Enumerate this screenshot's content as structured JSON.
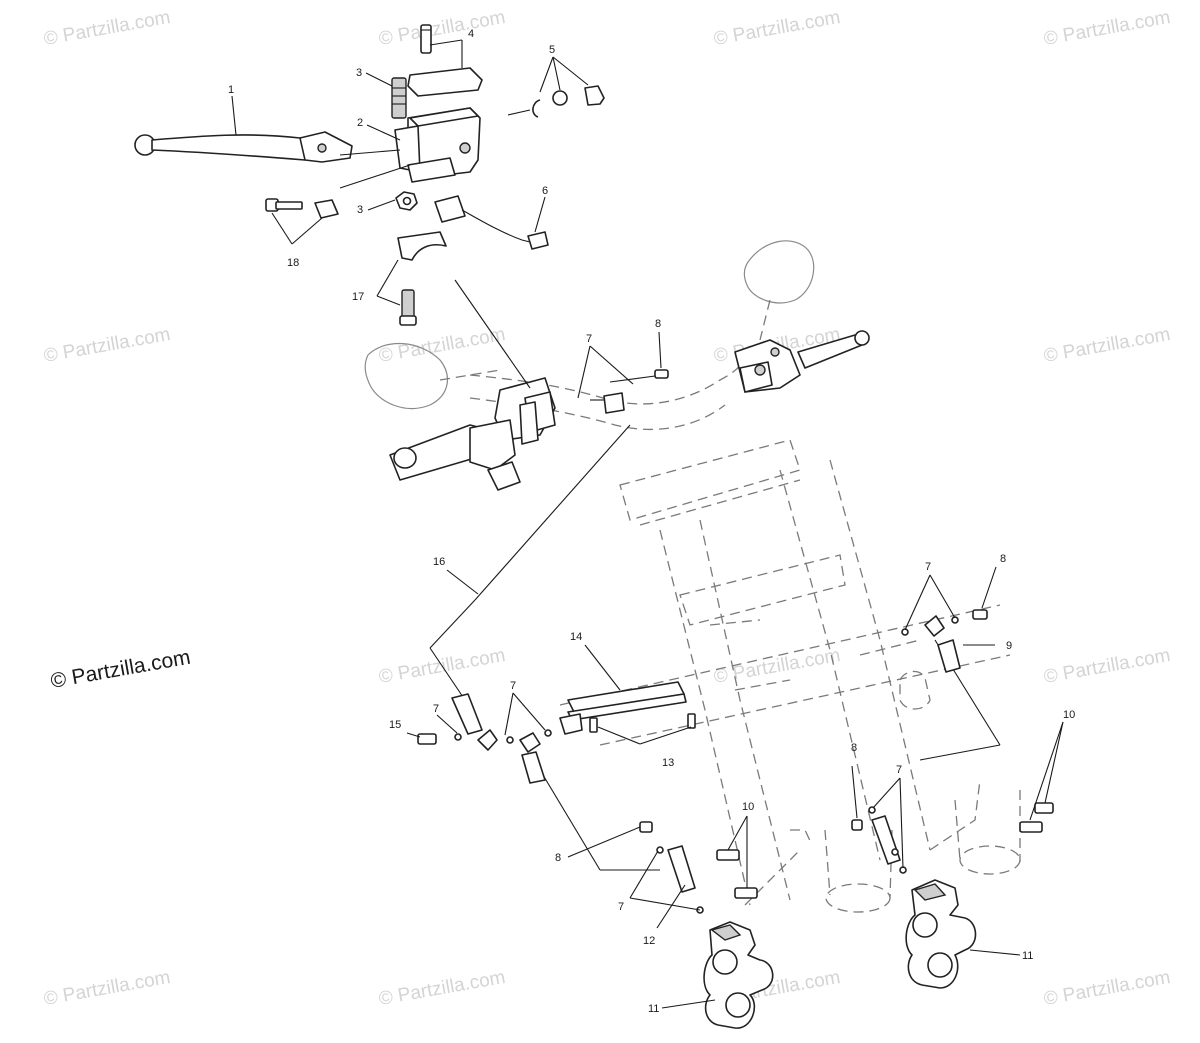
{
  "watermark": {
    "text": "© Partzilla.com",
    "color": "#d4d4d4"
  },
  "brand": {
    "text": "© Partzilla.com"
  },
  "callouts": {
    "c1": "1",
    "c2": "2",
    "c3a": "3",
    "c3b": "3",
    "c4": "4",
    "c5": "5",
    "c6": "6",
    "c7a": "7",
    "c7b": "7",
    "c7c": "7",
    "c7d": "7",
    "c7e": "7",
    "c7f": "7",
    "c8a": "8",
    "c8b": "8",
    "c8c": "8",
    "c8d": "8",
    "c9": "9",
    "c10a": "10",
    "c10b": "10",
    "c11a": "11",
    "c11b": "11",
    "c12": "12",
    "c13": "13",
    "c14": "14",
    "c15": "15",
    "c16": "16",
    "c17": "17",
    "c18": "18"
  }
}
